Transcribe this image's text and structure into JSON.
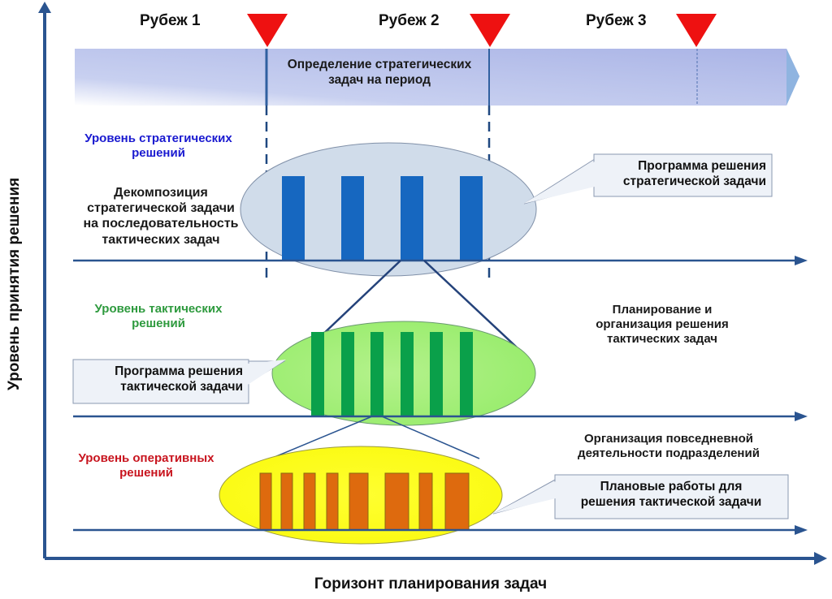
{
  "milestones": [
    {
      "label": "Рубеж 1"
    },
    {
      "label": "Рубеж 2"
    },
    {
      "label": "Рубеж 3"
    }
  ],
  "strategic_band": {
    "line1": "Определение стратегических",
    "line2": "задач на период"
  },
  "levels": {
    "strategic": {
      "title_line1": "Уровень стратегических",
      "title_line2": "решений",
      "color": "#1a1ad0",
      "bar_count": 4,
      "bar_color": "#1667c0",
      "ellipse_color": "#d0dcea"
    },
    "tactical": {
      "title_line1": "Уровень тактических",
      "title_line2": "решений",
      "color": "#2e9a3e",
      "bar_count": 6,
      "bar_color": "#0aa04a",
      "ellipse_color": "#a6f07e"
    },
    "operational": {
      "title_line1": "Уровень оперативных",
      "title_line2": "решений",
      "color": "#c8141e",
      "bar_count": 8,
      "bar_color": "#de6a0e",
      "ellipse_color": "#ffff22"
    }
  },
  "notes": {
    "decomposition": [
      "Декомпозиция",
      "стратегической задачи",
      "на последовательность",
      "тактических задач"
    ],
    "planning": [
      "Планирование и",
      "организация решения",
      "тактических задач"
    ],
    "daily": [
      "Организация повседневной",
      "деятельности подразделений"
    ]
  },
  "callouts": {
    "strategic_program": [
      "Программа решения",
      "стратегической задачи"
    ],
    "tactical_program": [
      "Программа решения",
      "тактической задачи"
    ],
    "planned_works": [
      "Плановые работы для",
      "решения тактической задачи"
    ]
  },
  "axes": {
    "x_title": "Горизонт планирования задач",
    "y_title": "Уровень принятия решения"
  },
  "colors": {
    "axis": "#2a5490",
    "milestone_marker": "#ee1111",
    "band_start": "#ffffff",
    "band_end": "#aab6e6"
  }
}
